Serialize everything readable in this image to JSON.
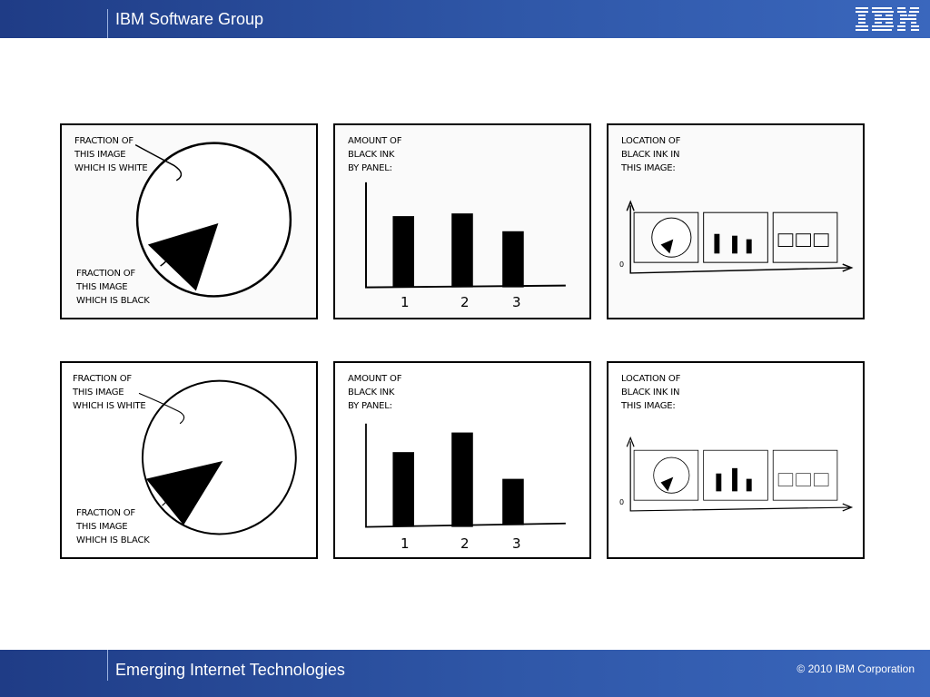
{
  "header": {
    "title": "IBM Software Group",
    "logo": "IBM"
  },
  "footer": {
    "title": "Emerging Internet Technologies",
    "copyright": "© 2010  IBM Corporation"
  },
  "comic": {
    "pie_white_label": [
      "FRACTION OF",
      "THIS IMAGE",
      "WHICH IS WHITE"
    ],
    "pie_black_label": [
      "FRACTION OF",
      "THIS IMAGE",
      "WHICH IS BLACK"
    ],
    "bar_title": [
      "AMOUNT OF",
      "BLACK INK",
      "BY PANEL:"
    ],
    "bar_ticks": [
      "1",
      "2",
      "3"
    ],
    "loc_title": [
      "LOCATION OF",
      "BLACK INK IN",
      "THIS IMAGE:"
    ],
    "loc_axis_zero": "0"
  }
}
